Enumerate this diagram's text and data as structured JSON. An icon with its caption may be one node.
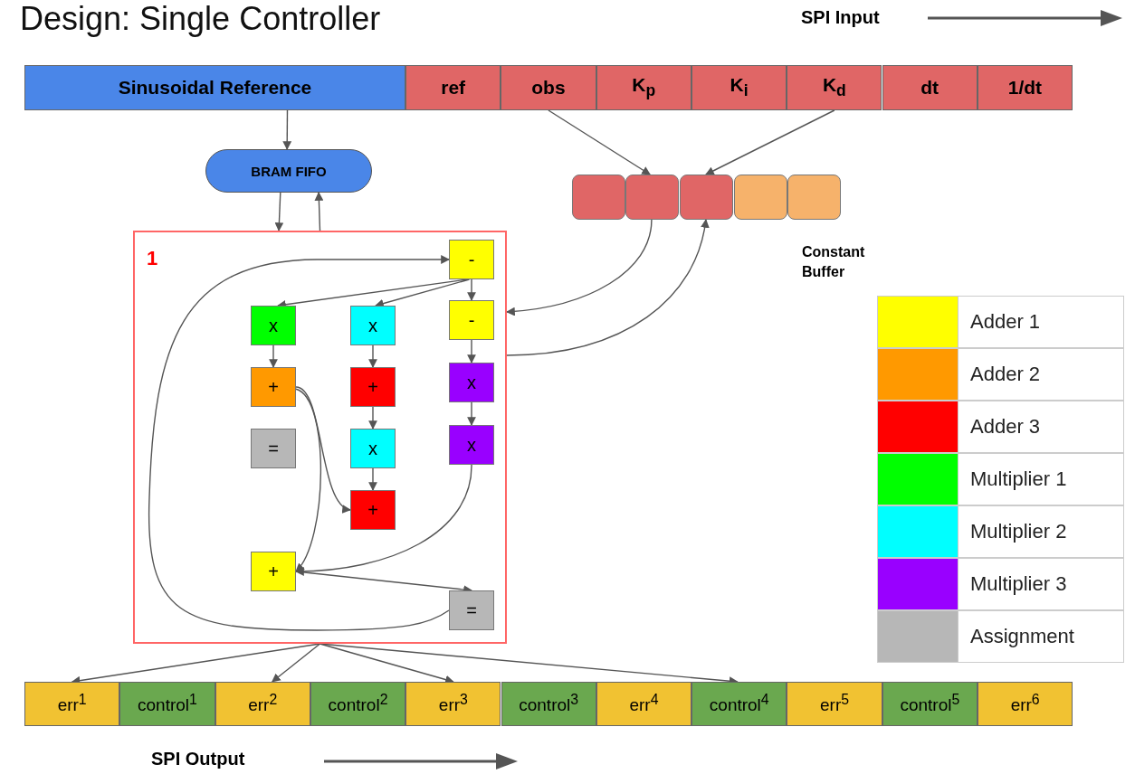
{
  "diagram": {
    "title": "Design: Single Controller",
    "nodes": [
      {
        "text": [
          "Sinusoidal Reference"
        ]
      },
      {
        "text": [
          "ref"
        ]
      },
      {
        "text": [
          "obs"
        ]
      },
      {
        "text": [
          "K$_{p}$"
        ]
      },
      {
        "text": [
          "K$_{i}$"
        ]
      },
      {
        "text": [
          "K$_{d}$"
        ]
      },
      {
        "text": [
          "dt"
        ]
      },
      {
        "text": [
          "1/dt"
        ]
      },
      {
        "text": [
          "BRAM FIFO"
        ]
      },
      {
        "text": [],
        "shape": "box"
      },
      {
        "text": [],
        "shape": "box"
      },
      {
        "text": [],
        "shape": "box"
      },
      {
        "text": [],
        "shape": "box"
      },
      {
        "text": [],
        "shape": "box"
      },
      {
        "text": [
          "1"
        ]
      },
      {
        "text": [
          "-"
        ],
        "in": 14
      },
      {
        "text": [
          "x"
        ],
        "in": 14
      },
      {
        "text": [
          "x"
        ],
        "in": 14
      },
      {
        "text": [
          "-"
        ],
        "in": 14
      },
      {
        "text": [
          "+"
        ],
        "in": 14
      },
      {
        "text": [
          "+"
        ],
        "in": 14
      },
      {
        "text": [
          "x"
        ],
        "in": 14
      },
      {
        "text": [
          "="
        ],
        "in": 14
      },
      {
        "text": [
          "x"
        ],
        "in": 14
      },
      {
        "text": [
          "x"
        ],
        "in": 14
      },
      {
        "text": [
          "+"
        ],
        "in": 14
      },
      {
        "text": [
          "+"
        ],
        "in": 14
      },
      {
        "text": [
          "="
        ],
        "in": 14
      },
      {
        "text": [
          "err$^{1}$"
        ]
      },
      {
        "text": [
          "control$^{1}$"
        ]
      },
      {
        "text": [
          "err$^{2}$"
        ]
      },
      {
        "text": [
          "control$^{2}$"
        ]
      },
      {
        "text": [
          "err$^{3}$"
        ]
      },
      {
        "text": [
          "control$^{3}$"
        ]
      },
      {
        "text": [
          "err$^{4}$"
        ]
      },
      {
        "text": [
          "control$^{4}$"
        ]
      },
      {
        "text": [
          "err$^{5}$"
        ]
      },
      {
        "text": [
          "control$^{5}$"
        ]
      },
      {
        "text": [
          "err$^{6}$"
        ]
      }
    ],
    "edges": [
      {
        "from": 0,
        "to": 8,
        "arrow": "to"
      },
      {
        "from": 8,
        "to": 14,
        "arrow": "to"
      },
      {
        "from": 14,
        "to": 8,
        "arrow": "to"
      },
      {
        "from": 2,
        "to": 10,
        "arrow": "to"
      },
      {
        "from": 5,
        "to": 11,
        "arrow": "to"
      },
      {
        "from": 10,
        "to": 14,
        "arrow": "to"
      },
      {
        "from": 14,
        "to": 11,
        "arrow": "to"
      },
      {
        "from": 15,
        "to": 16,
        "arrow": "to"
      },
      {
        "from": 15,
        "to": 17,
        "arrow": "to"
      },
      {
        "from": 15,
        "to": 18,
        "arrow": "to"
      },
      {
        "from": 16,
        "to": 19,
        "arrow": "to"
      },
      {
        "from": 17,
        "to": 20,
        "arrow": "to"
      },
      {
        "from": 18,
        "to": 21,
        "arrow": "to"
      },
      {
        "from": 20,
        "to": 23,
        "arrow": "to"
      },
      {
        "from": 21,
        "to": 24,
        "arrow": "to"
      },
      {
        "from": 23,
        "to": 25,
        "arrow": "to"
      },
      {
        "from": 19,
        "to": 25,
        "arrow": "to"
      },
      {
        "from": 19,
        "to": 26,
        "arrow": "to"
      },
      {
        "from": 24,
        "to": 26,
        "arrow": "to"
      },
      {
        "from": 26,
        "to": 27,
        "arrow": "to"
      },
      {
        "from": 27,
        "to": 15,
        "arrow": "to"
      },
      {
        "from": 14,
        "to": 28,
        "arrow": "to"
      },
      {
        "from": 14,
        "to": 30,
        "arrow": "to"
      },
      {
        "from": 14,
        "to": 32,
        "arrow": "to"
      },
      {
        "from": 14,
        "to": 35,
        "arrow": "to"
      }
    ],
    "labels": [
      "SPI Input",
      "Constant Buffer",
      "SPI Output"
    ],
    "legend": [
      {
        "text": "Adder 1",
        "color": "#ffff00"
      },
      {
        "text": "Adder 2",
        "color": "#ff9900"
      },
      {
        "text": "Adder 3",
        "color": "#ff0000"
      },
      {
        "text": "Multiplier 1",
        "color": "#00ff00"
      },
      {
        "text": "Multiplier 2",
        "color": "#00ffff"
      },
      {
        "text": "Multiplier 3",
        "color": "#9900ff"
      },
      {
        "text": "Assignment",
        "color": "#b7b7b7"
      }
    ]
  }
}
